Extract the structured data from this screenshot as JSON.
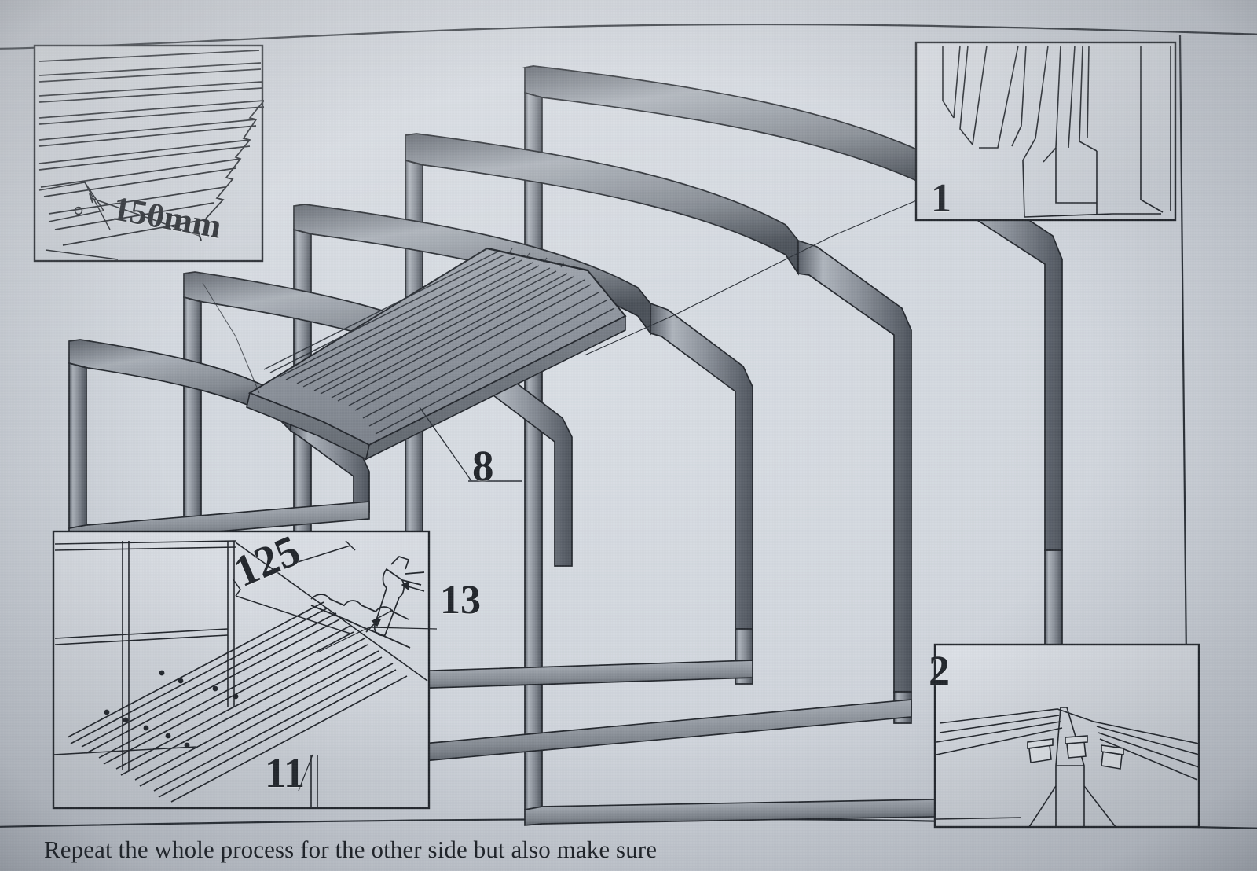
{
  "document": {
    "type": "assembly-instruction-page",
    "caption": "Repeat the whole process for the other side but also make sure"
  },
  "main_view": {
    "name": "carport-frame-isometric",
    "description": "Isometric view of four hoop frames with a corrugated roof sheet laid across the top purlins",
    "callouts": [
      {
        "id": "part-8",
        "label": "8",
        "points_to": "corrugated roof sheet"
      },
      {
        "id": "part-1",
        "label": "1",
        "points_to": "frame rail / sheet profile end"
      }
    ]
  },
  "detail_panels": [
    {
      "id": "panel-top-left",
      "label": "150mm",
      "caption": "150mm",
      "description": "Corrugated sheet overhang dimension"
    },
    {
      "id": "panel-top-right",
      "label": "1",
      "description": "Sheet profile end detail"
    },
    {
      "id": "panel-bottom-left",
      "labels": [
        "125",
        "11",
        "13"
      ],
      "label_125": "125",
      "label_11": "11",
      "label_13": "13",
      "description": "Purlin spacing with fixings and sealant applicator"
    },
    {
      "id": "panel-bottom-right",
      "label": "2",
      "description": "Ridge cap with three fasteners"
    }
  ],
  "colors": {
    "paper": "#cdd2d9",
    "ink": "#22262c",
    "metal_light": "#b6bbc2",
    "metal_mid": "#8d939b",
    "metal_dark": "#5d646d",
    "sheet_fill": "#9aa0a8"
  }
}
